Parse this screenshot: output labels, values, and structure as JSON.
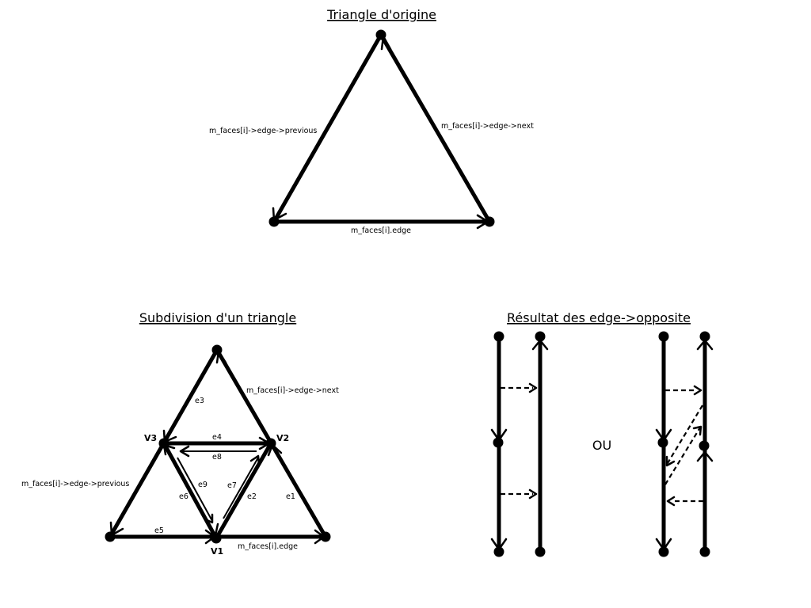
{
  "titles": {
    "origin": "Triangle d'origine",
    "subdivision": "Subdivision d'un triangle",
    "result": "Résultat des edge->opposite"
  },
  "origin": {
    "edge_previous": "m_faces[i]->edge->previous",
    "edge_next": "m_faces[i]->edge->next",
    "edge": "m_faces[i].edge"
  },
  "subdivision": {
    "vertices": {
      "v1": "V1",
      "v2": "V2",
      "v3": "V3"
    },
    "edges": {
      "e1": "e1",
      "e2": "e2",
      "e3": "e3",
      "e4": "e4",
      "e5": "e5",
      "e6": "e6",
      "e7": "e7",
      "e8": "e8",
      "e9": "e9"
    },
    "edge_next": "m_faces[i]->edge->next",
    "edge_previous": "m_faces[i]->edge->previous",
    "edge": "m_faces[i].edge"
  },
  "result": {
    "separator": "OU"
  }
}
